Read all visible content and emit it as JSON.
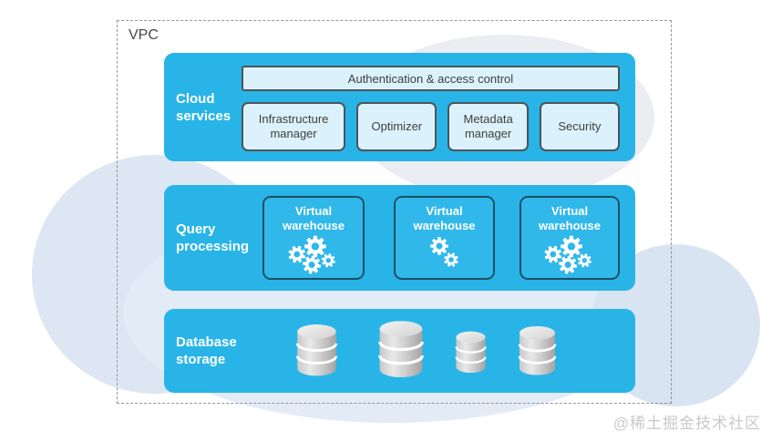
{
  "vpc": {
    "label": "VPC"
  },
  "sections": {
    "cloud_services": {
      "label": "Cloud services",
      "auth_bar": "Authentication & access control",
      "boxes": [
        "Infrastructure manager",
        "Optimizer",
        "Metadata manager",
        "Security"
      ]
    },
    "query_processing": {
      "label": "Query processing",
      "warehouses": [
        {
          "label": "Virtual warehouse",
          "gears": 4
        },
        {
          "label": "Virtual warehouse",
          "gears": 2
        },
        {
          "label": "Virtual warehouse",
          "gears": 4
        }
      ]
    },
    "database_storage": {
      "label": "Database storage",
      "database_count": 4
    }
  },
  "icons": {
    "warehouse_icon": "gears-icon",
    "storage_icon": "database-cylinder-icon"
  },
  "colors": {
    "section_blue": "#29B4E8",
    "service_box_fill": "#DBF2FC",
    "service_box_border": "#4C545B",
    "warehouse_border": "#1F4E63",
    "cloud_blob_blue": "#DDE7F3",
    "cloud_blob_gray": "#EBEDF2",
    "dashed_border": "#959595",
    "watermark_gray": "#C9C9C9"
  },
  "watermark": "@稀土掘金技术社区"
}
